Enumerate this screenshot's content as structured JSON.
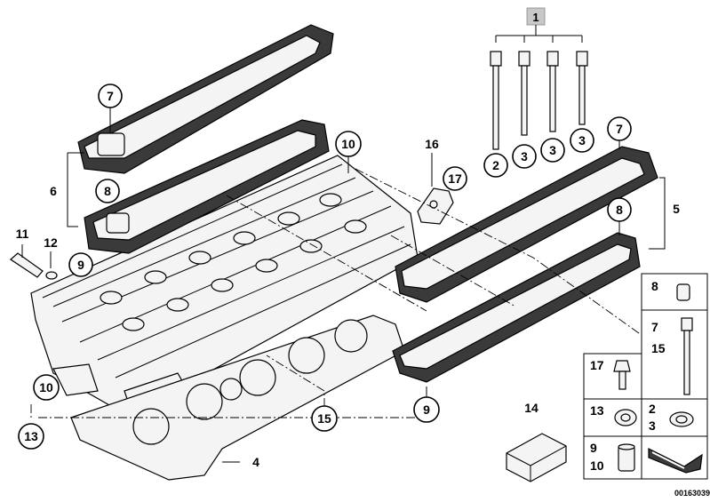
{
  "callouts": [
    {
      "id": "c7a",
      "label": "7",
      "circled": true
    },
    {
      "id": "c8a",
      "label": "8",
      "circled": true
    },
    {
      "id": "c6",
      "label": "6",
      "circled": false
    },
    {
      "id": "c11",
      "label": "11",
      "circled": false
    },
    {
      "id": "c12",
      "label": "12",
      "circled": false
    },
    {
      "id": "c9a",
      "label": "9",
      "circled": true
    },
    {
      "id": "c10a",
      "label": "10",
      "circled": true
    },
    {
      "id": "c10b",
      "label": "10",
      "circled": true
    },
    {
      "id": "c13",
      "label": "13",
      "circled": true
    },
    {
      "id": "c15",
      "label": "15",
      "circled": true
    },
    {
      "id": "c4",
      "label": "4",
      "circled": false
    },
    {
      "id": "c16",
      "label": "16",
      "circled": false
    },
    {
      "id": "c17",
      "label": "17",
      "circled": true
    },
    {
      "id": "c1",
      "label": "1",
      "circled": false
    },
    {
      "id": "c2",
      "label": "2",
      "circled": true
    },
    {
      "id": "c3a",
      "label": "3",
      "circled": true
    },
    {
      "id": "c3b",
      "label": "3",
      "circled": true
    },
    {
      "id": "c3c",
      "label": "3",
      "circled": true
    },
    {
      "id": "c7b",
      "label": "7",
      "circled": true
    },
    {
      "id": "c8b",
      "label": "8",
      "circled": true
    },
    {
      "id": "c5",
      "label": "5",
      "circled": false
    },
    {
      "id": "c9b",
      "label": "9",
      "circled": true
    },
    {
      "id": "c14",
      "label": "14",
      "circled": false
    }
  ],
  "legend": {
    "row1": {
      "labels": [
        "8"
      ]
    },
    "row2": {
      "labels": [
        "7",
        "15"
      ]
    },
    "row3": {
      "labels": [
        "17"
      ]
    },
    "row4": {
      "left": [
        "13"
      ],
      "right": [
        "2",
        "3"
      ]
    },
    "row5": {
      "left": [
        "9",
        "10"
      ]
    }
  },
  "diagram_code": "00163039",
  "colors": {
    "line": "#000000",
    "highlight_box": "#c8c8c8",
    "part_fill": "#f4f4f4",
    "dark_fill": "#3a3a3a"
  }
}
